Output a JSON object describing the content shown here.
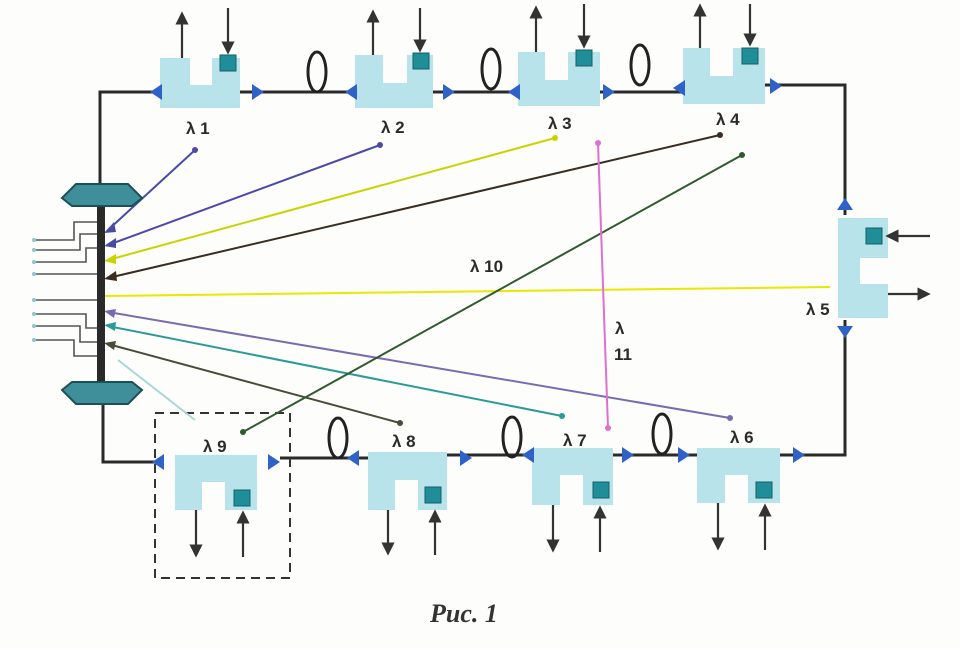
{
  "figure": {
    "caption": "Рис. 1",
    "labels": {
      "l1": "λ 1",
      "l2": "λ 2",
      "l3": "λ 3",
      "l4": "λ 4",
      "l5": "λ 5",
      "l6": "λ 6",
      "l7": "λ 7",
      "l8": "λ 8",
      "l9": "λ 9",
      "l10": "λ 10",
      "l11a": "λ",
      "l11b": "11"
    },
    "colors": {
      "bus": "#2a2a2a",
      "node_body": "#b8e3ea",
      "node_port": "#1f8e98",
      "coupler": "#2f62c8",
      "hub": "#3f8f9a",
      "path_l1": "#4a4aa8",
      "path_l2": "#4a4aa8",
      "path_l3": "#c8d400",
      "path_l4": "#3a2c20",
      "path_l5": "#e8e800",
      "path_l6": "#7a6ab0",
      "path_l7": "#2a9a9a",
      "path_l8": "#4a4a38",
      "path_l9": "#a8d8d8",
      "path_l10": "#2e5a2e",
      "path_l11": "#e070d0"
    },
    "icons": [
      "fiber-delay-loop-icon",
      "coupler-arrow-icon",
      "add-drop-node-icon",
      "hub-multiplexer-icon"
    ]
  }
}
